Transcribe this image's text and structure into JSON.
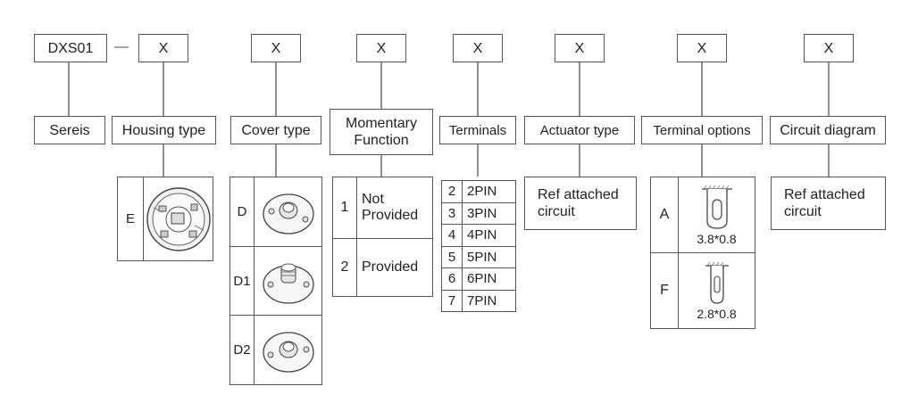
{
  "code_row": {
    "series_code": "DXS01",
    "separator": "—",
    "slots": [
      "X",
      "X",
      "X",
      "X",
      "X",
      "X",
      "X"
    ]
  },
  "categories": {
    "series": "Sereis",
    "housing_type": "Housing type",
    "cover_type": "Cover type",
    "momentary_function_line1": "Momentary",
    "momentary_function_line2": "Function",
    "terminals": "Terminals",
    "actuator_type": "Actuator type",
    "terminal_options": "Terminal options",
    "circuit_diagram": "Circuit diagram"
  },
  "housing_options": [
    {
      "code": "E",
      "image": "housing-e-photo"
    }
  ],
  "cover_options": [
    {
      "code": "D",
      "image": "cover-d-photo"
    },
    {
      "code": "D1",
      "image": "cover-d1-photo"
    },
    {
      "code": "D2",
      "image": "cover-d2-photo"
    }
  ],
  "momentary_options": [
    {
      "code": "1",
      "label_line1": "Not",
      "label_line2": "Provided"
    },
    {
      "code": "2",
      "label_line1": "Provided",
      "label_line2": ""
    }
  ],
  "terminal_options_list": [
    {
      "code": "2",
      "label": "2PIN"
    },
    {
      "code": "3",
      "label": "3PIN"
    },
    {
      "code": "4",
      "label": "4PIN"
    },
    {
      "code": "5",
      "label": "5PIN"
    },
    {
      "code": "6",
      "label": "6PIN"
    },
    {
      "code": "7",
      "label": "7PIN"
    }
  ],
  "actuator_note": {
    "line1": "Ref attached",
    "line2": "circuit"
  },
  "terminal_shape_options": [
    {
      "code": "A",
      "size": "3.8*0.8",
      "image": "terminal-a-drawing"
    },
    {
      "code": "F",
      "size": "2.8*0.8",
      "image": "terminal-f-drawing"
    }
  ],
  "circuit_note": {
    "line1": "Ref attached",
    "line2": "circuit"
  }
}
